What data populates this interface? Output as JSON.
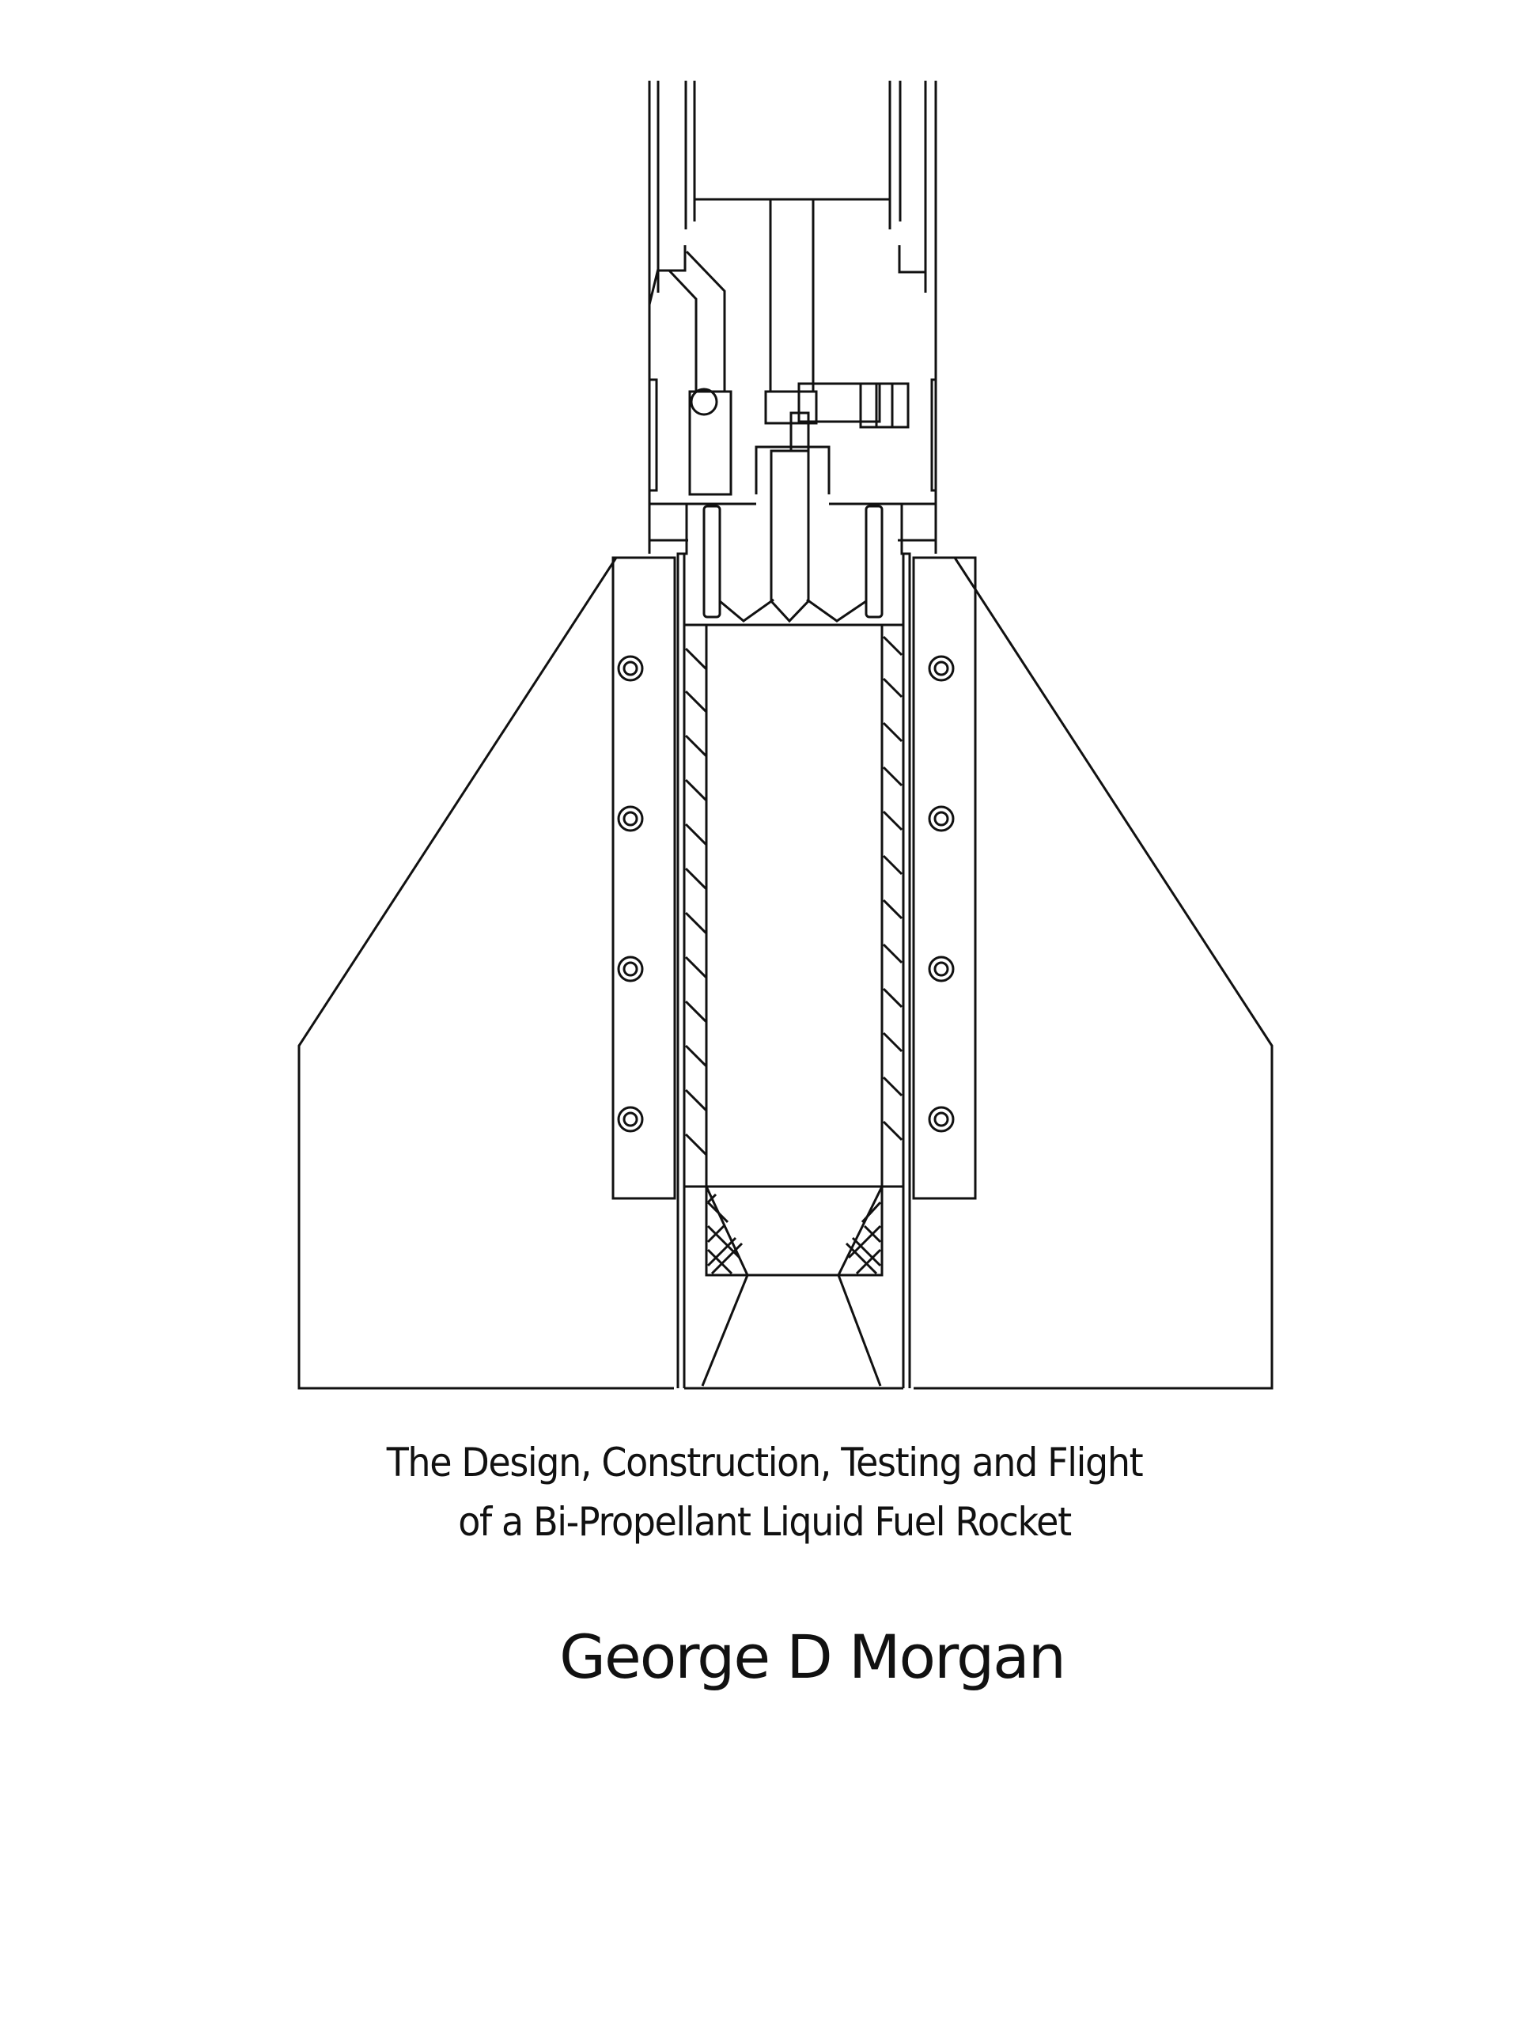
{
  "cover": {
    "title_line_1": "The Design, Construction, Testing and Flight",
    "title_line_2": "of a Bi-Propellant Liquid Fuel Rocket",
    "author": "George D Morgan"
  },
  "figure": {
    "subject": "rocket-engine-cross-section-drawing",
    "ink_color": "#111111",
    "background_color": "#ffffff"
  }
}
